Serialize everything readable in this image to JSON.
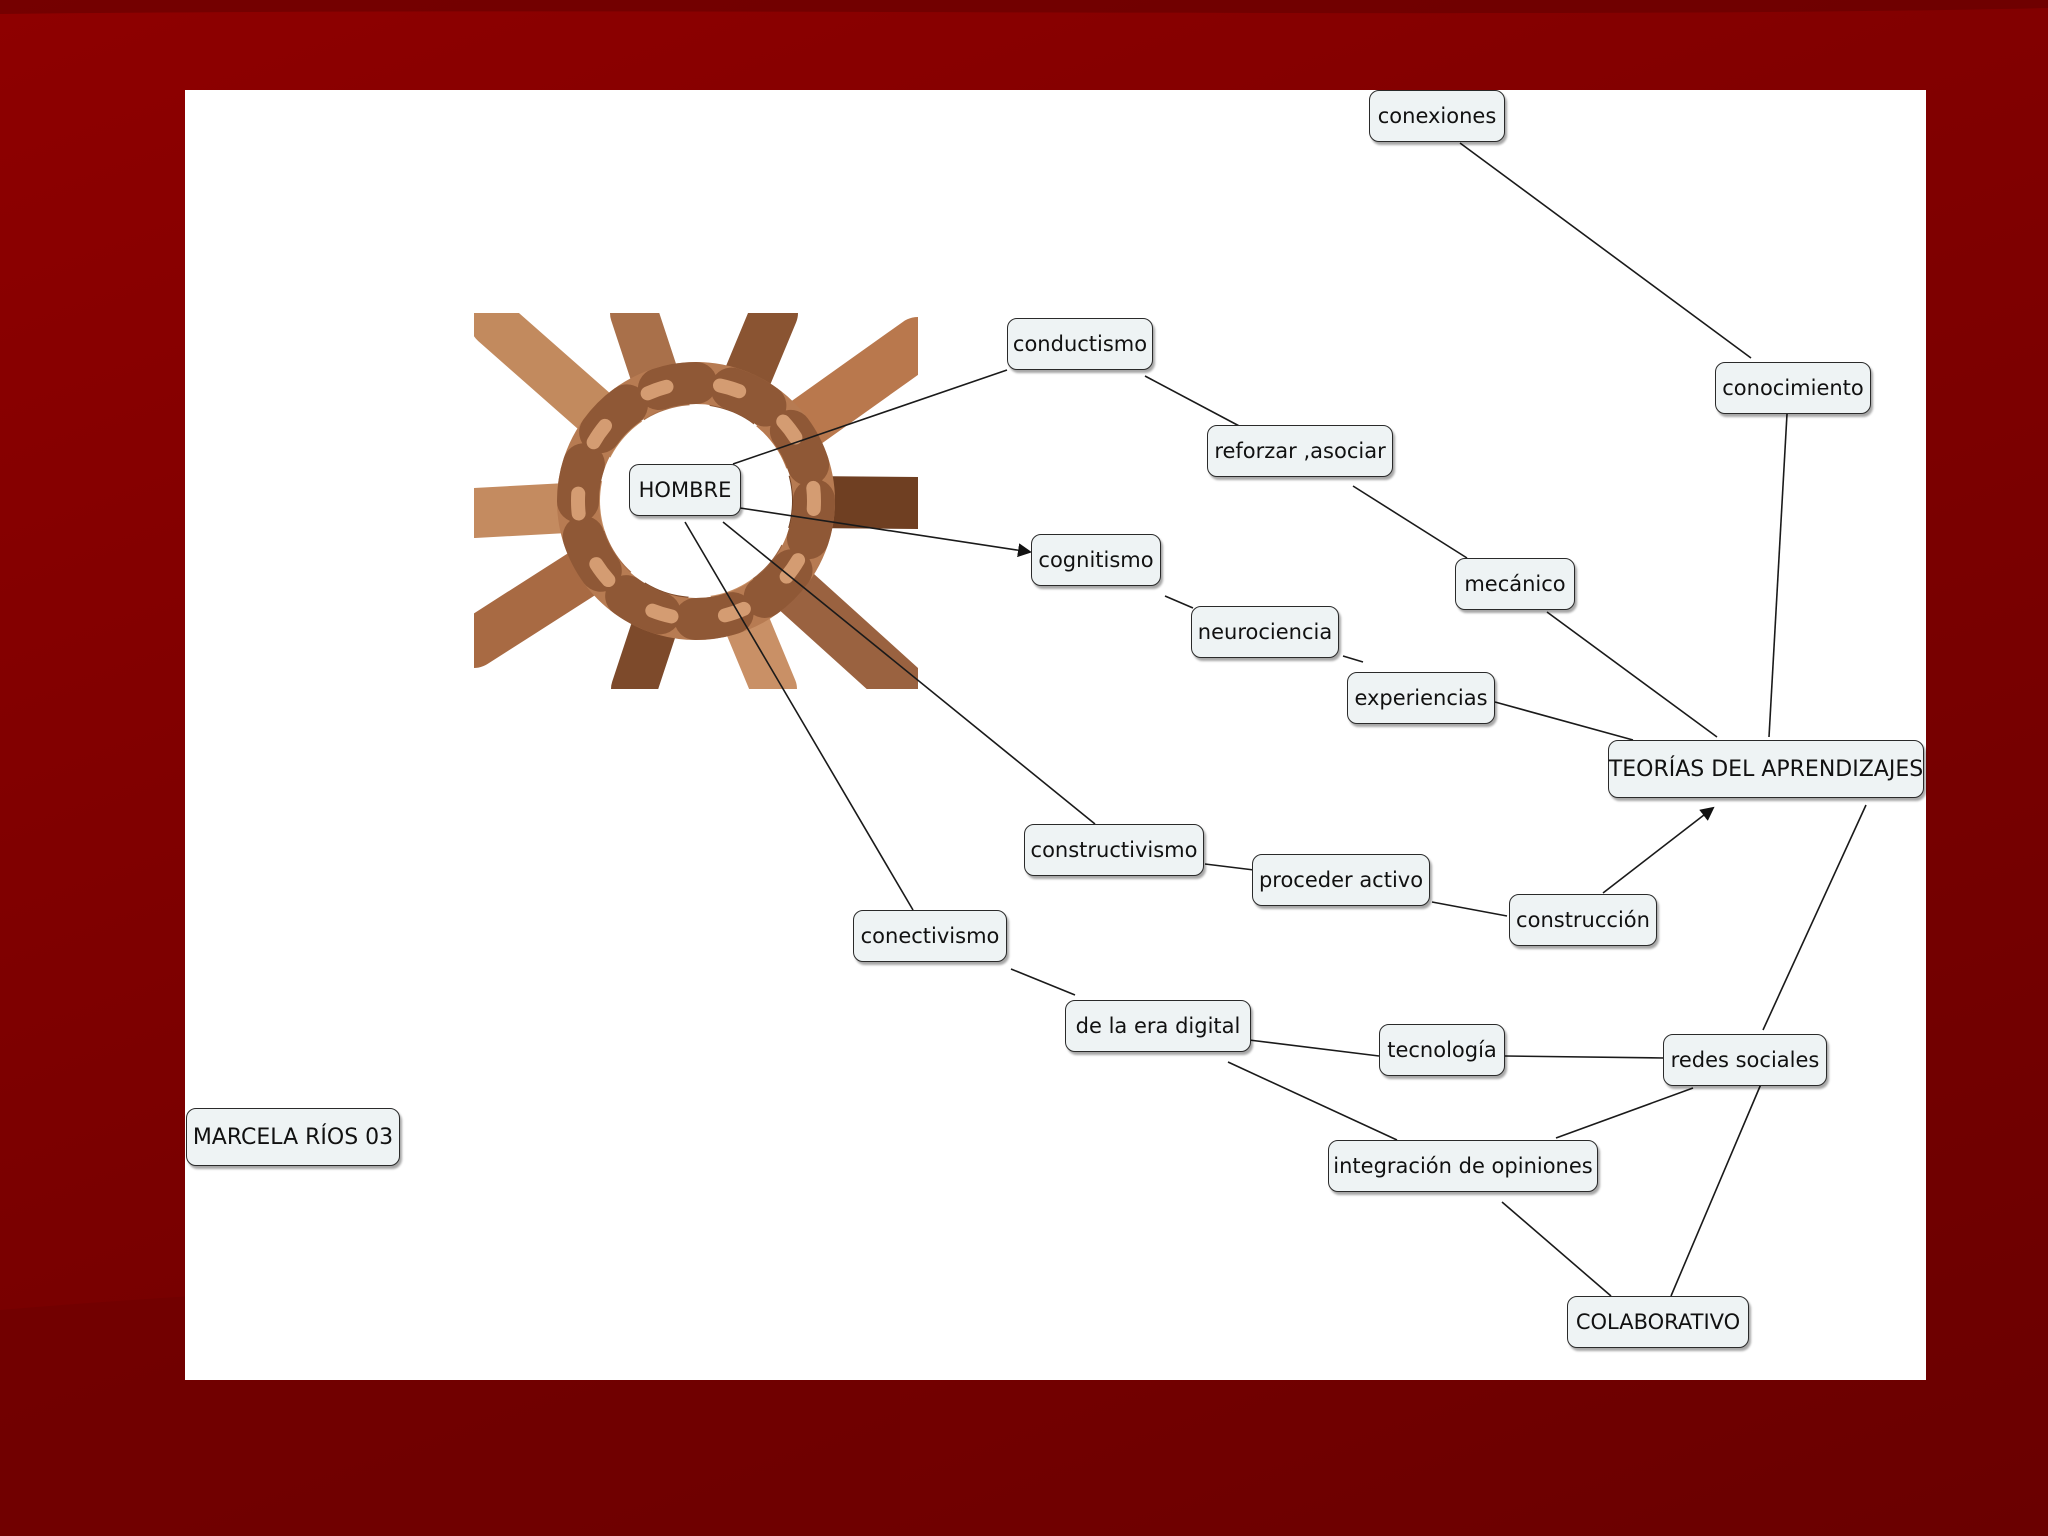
{
  "colors": {
    "background": "#800000",
    "slide": "#ffffff",
    "node_fill": "#eef3f4",
    "node_border": "#2a2a2a",
    "line": "#1a1a1a"
  },
  "image": {
    "subject": "hands-circle"
  },
  "nodes": {
    "hombre": "HOMBRE",
    "conductismo": "conductismo",
    "reforzar": "reforzar ,asociar",
    "mecanico": "mecánico",
    "cognitismo": "cognitismo",
    "neurociencia": "neurociencia",
    "experiencias": "experiencias",
    "constructivismo": "constructivismo",
    "proceder_activo": "proceder activo",
    "construccion": "construcción",
    "conectivismo": "conectivismo",
    "era_digital": "de la era digital",
    "tecnologia": "tecnología",
    "redes_sociales": "redes sociales",
    "integracion": "integración de  opiniones",
    "colaborativo": "COLABORATIVO",
    "teorias": "TEORÍAS DEL APRENDIZAJES",
    "conocimiento": "conocimiento",
    "conexiones": "conexiones",
    "author": "MARCELA  RÍOS 03"
  }
}
